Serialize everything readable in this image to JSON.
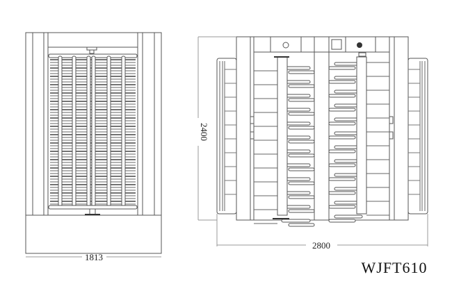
{
  "drawing": {
    "model": "WJFT610",
    "front_view": {
      "width_dim": "1813"
    },
    "side_view": {
      "height_dim": "2400",
      "width_dim": "2800"
    }
  }
}
